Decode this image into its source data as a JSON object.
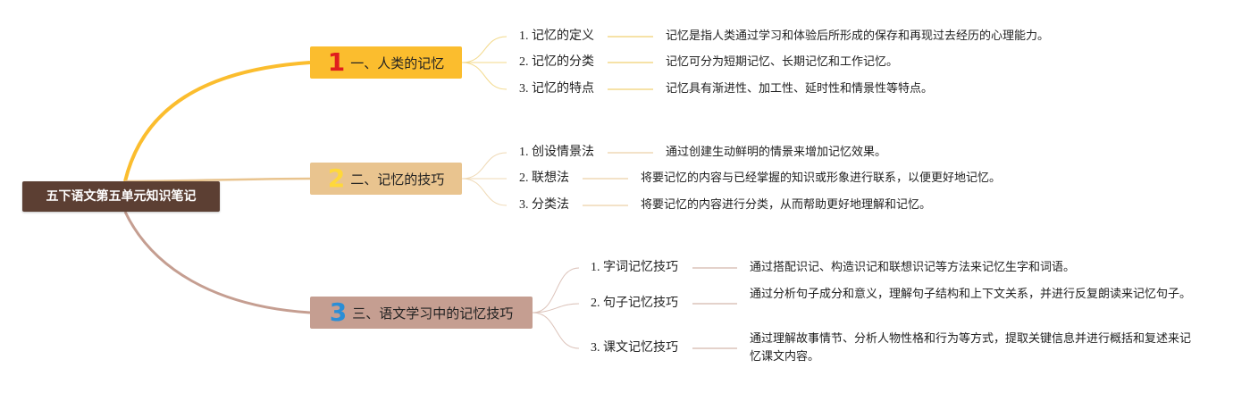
{
  "root": {
    "title": "五下语文第五单元知识笔记"
  },
  "branches": [
    {
      "num": "1",
      "label": "一、人类的记忆",
      "items": [
        {
          "title": "1. 记忆的定义",
          "desc": "记忆是指人类通过学习和体验后所形成的保存和再现过去经历的心理能力。"
        },
        {
          "title": "2. 记忆的分类",
          "desc": "记忆可分为短期记忆、长期记忆和工作记忆。"
        },
        {
          "title": "3. 记忆的特点",
          "desc": "记忆具有渐进性、加工性、延时性和情景性等特点。"
        }
      ]
    },
    {
      "num": "2",
      "label": "二、记忆的技巧",
      "items": [
        {
          "title": "1. 创设情景法",
          "desc": "通过创建生动鲜明的情景来增加记忆效果。"
        },
        {
          "title": "2. 联想法",
          "desc": "将要记忆的内容与已经掌握的知识或形象进行联系，以便更好地记忆。"
        },
        {
          "title": "3. 分类法",
          "desc": "将要记忆的内容进行分类，从而帮助更好地理解和记忆。"
        }
      ]
    },
    {
      "num": "3",
      "label": "三、语文学习中的记忆技巧",
      "items": [
        {
          "title": "1. 字词记忆技巧",
          "desc": "通过搭配识记、构造识记和联想识记等方法来记忆生字和词语。"
        },
        {
          "title": "2. 句子记忆技巧",
          "desc": "通过分析句子成分和意义，理解句子结构和上下文关系，并进行反复朗读来记忆句子。"
        },
        {
          "title": "3. 课文记忆技巧",
          "desc": "通过理解故事情节、分析人物性格和行为等方式，提取关键信息并进行概括和复述来记忆课文内容。"
        }
      ]
    }
  ],
  "colors": {
    "root_bg": "#5c3f33",
    "branch1": "#fbbd2e",
    "branch2": "#e9c48f",
    "branch3": "#c59e91",
    "num1": "#e01e1e",
    "num2": "#ffd83a",
    "num3": "#2a8ed6"
  }
}
